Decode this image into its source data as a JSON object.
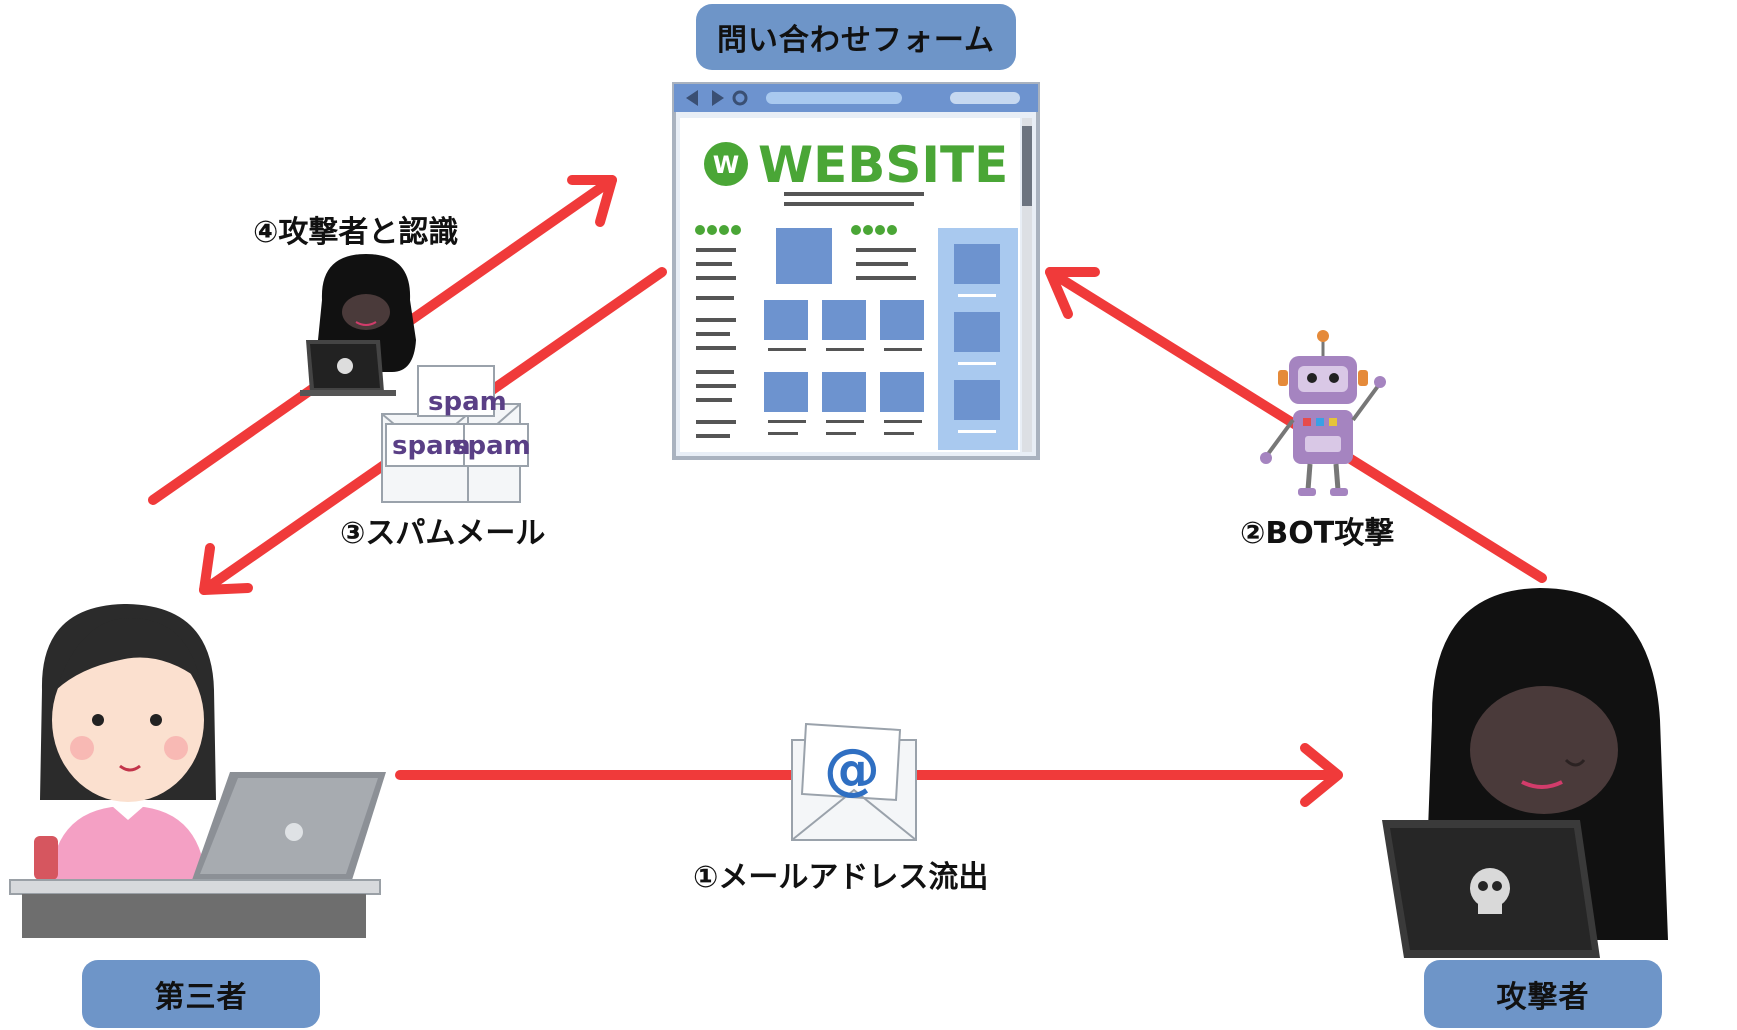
{
  "nodes": {
    "contact_form": "問い合わせフォーム",
    "third_party": "第三者",
    "attacker": "攻撃者"
  },
  "steps": {
    "step1": "①メールアドレス流出",
    "step2": "②BOT攻撃",
    "step3": "③スパムメール",
    "step4": "④攻撃者と認識"
  },
  "website": {
    "logo_letter": "W",
    "title": "WEBSITE"
  },
  "spam_word": "spam",
  "at_symbol": "@",
  "colors": {
    "arrow": "#f03a3a",
    "node_box": "#6e95c8",
    "site_green": "#4aa636",
    "site_blue": "#6d93cf"
  },
  "icons": [
    "website-icon",
    "robot-icon",
    "hacker-icon",
    "spam-mail-icon",
    "at-mail-icon",
    "woman-with-laptop-icon"
  ]
}
